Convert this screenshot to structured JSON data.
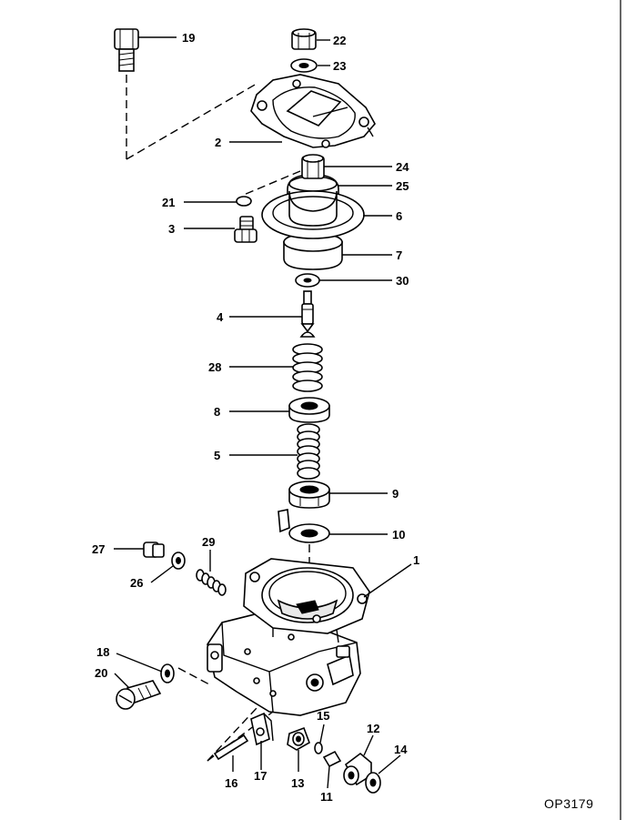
{
  "drawing_code": "OP3179",
  "labels": {
    "l1": "1",
    "l2": "2",
    "l3": "3",
    "l4": "4",
    "l5": "5",
    "l6": "6",
    "l7": "7",
    "l8": "8",
    "l9": "9",
    "l10": "10",
    "l11": "11",
    "l12": "12",
    "l13": "13",
    "l14": "14",
    "l15": "15",
    "l16": "16",
    "l17": "17",
    "l18": "18",
    "l19": "19",
    "l20": "20",
    "l21": "21",
    "l22": "22",
    "l23": "23",
    "l24": "24",
    "l25": "25",
    "l26": "26",
    "l27": "27",
    "l28": "28",
    "l29": "29",
    "l30": "30"
  }
}
